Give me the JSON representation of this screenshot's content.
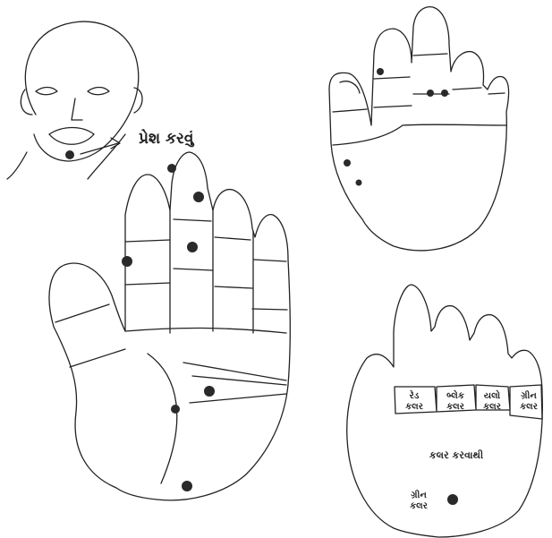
{
  "face": {
    "press_label": "પ્રેશ કરવું"
  },
  "color_hand": {
    "finger_labels": [
      {
        "line1": "રેડ",
        "line2": "કલર"
      },
      {
        "line1": "બ્લેક",
        "line2": "કલર"
      },
      {
        "line1": "યલો",
        "line2": "કલર"
      },
      {
        "line1": "ગ્રીન",
        "line2": "કલર"
      }
    ],
    "palm_label": "કલર કરવાથી",
    "bottom_label": {
      "line1": "ગ્રીન",
      "line2": "કલર"
    }
  },
  "colors": {
    "ink": "#222222",
    "dot": "#2a2a2a"
  }
}
